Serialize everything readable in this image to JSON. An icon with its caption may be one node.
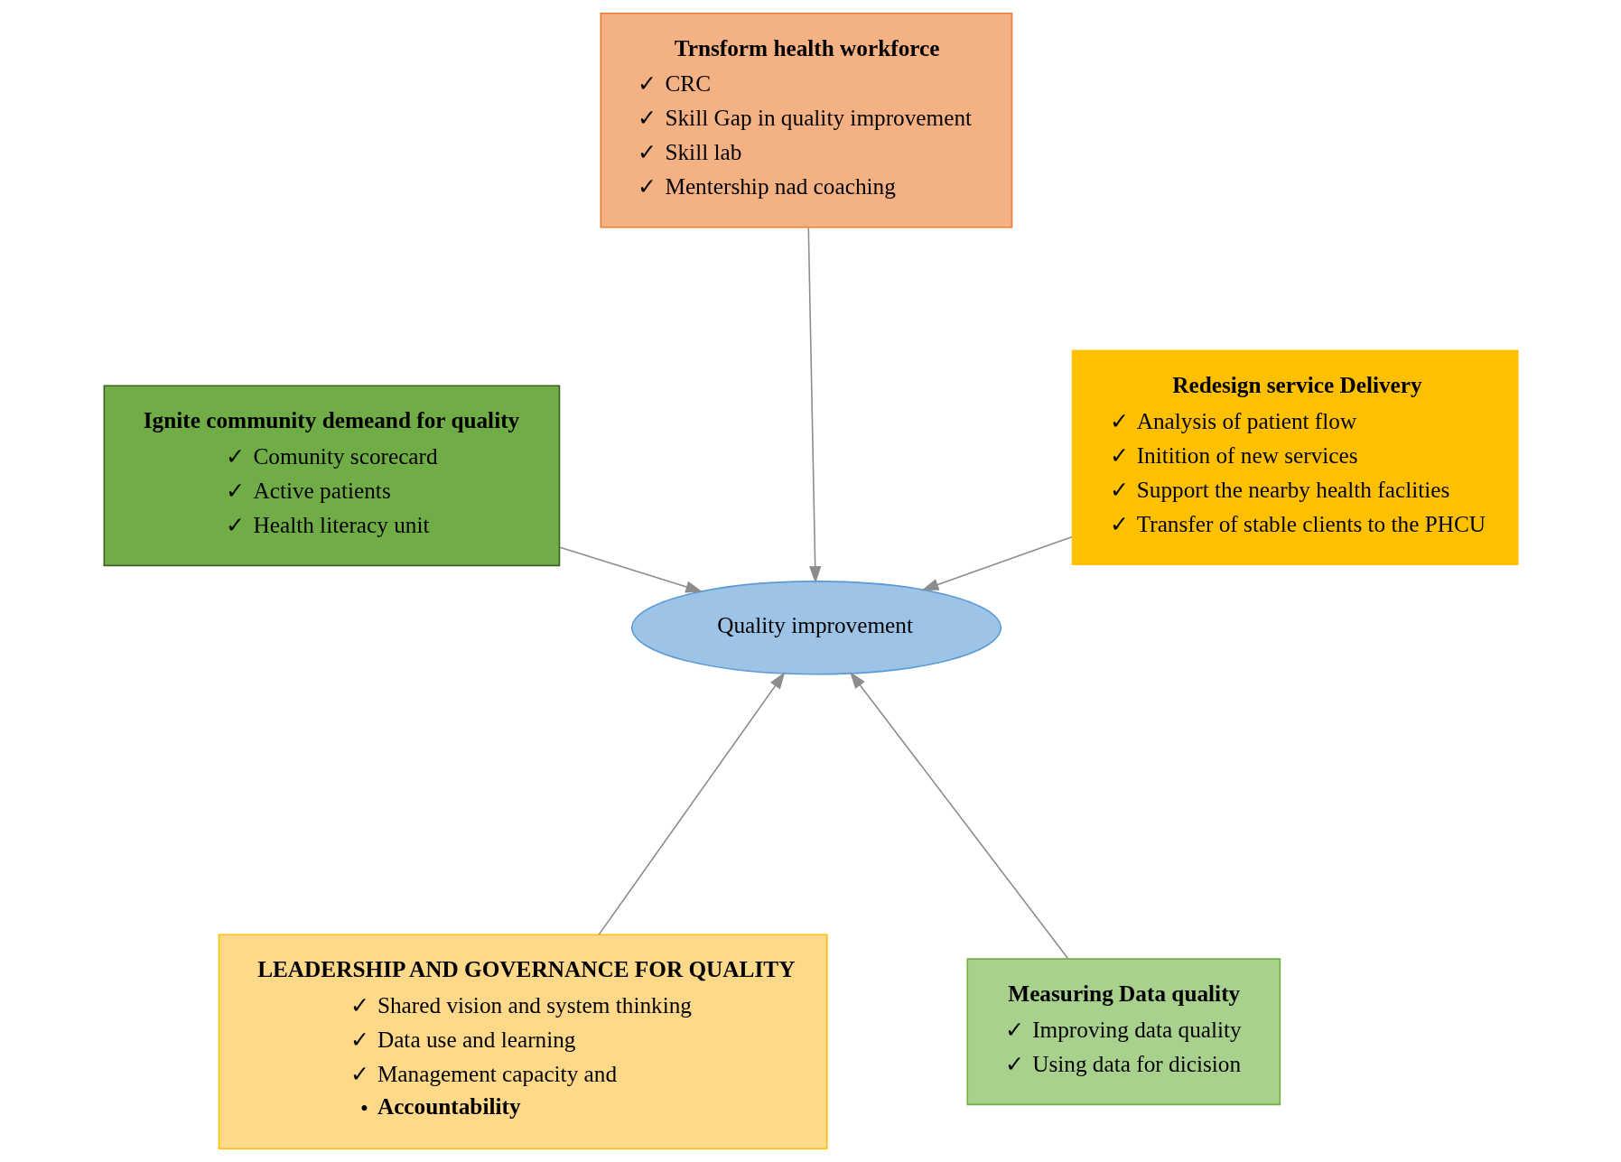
{
  "diagram": {
    "nodes": [
      {
        "text": [
          "LEADERSHIP AND GOVERNANCE FOR QUALITY",
          "✓",
          "Shared vision and system thinking",
          "✓",
          "Data use and learning",
          "✓",
          "Management capacity and",
          "•",
          "Accountability"
        ]
      },
      {
        "text": [
          "Measuring Data quality",
          "✓",
          "Improving data quality",
          "✓",
          "Using data for dicision"
        ]
      },
      {
        "text": [
          "Quality improvement"
        ]
      },
      {
        "text": [
          "Trnsform health workforce",
          "✓",
          "CRC",
          "✓",
          "Skill Gap in quality improvement",
          "✓",
          "Skill lab",
          "✓",
          "Mentership nad coaching"
        ]
      },
      {
        "text": [
          "Redesign service Delivery",
          "✓",
          "Analysis of patient flow",
          "✓",
          "Initition of new services",
          "✓",
          "Support the nearby health faclities",
          "✓",
          "Transfer of stable clients to the PHCU"
        ]
      },
      {
        "text": [
          "Ignite community demeand for quality",
          "✓",
          "Comunity scorecard",
          "✓",
          "Active patients",
          "✓",
          "Health literacy unit"
        ]
      }
    ],
    "edges": [
      {
        "from": 0,
        "to": 2,
        "arrow": "to"
      },
      {
        "from": 1,
        "to": 2,
        "arrow": "to"
      },
      {
        "from": 3,
        "to": 2,
        "arrow": "to"
      },
      {
        "from": 4,
        "to": 2,
        "arrow": "to"
      },
      {
        "from": 5,
        "to": 2,
        "arrow": "to"
      }
    ]
  }
}
